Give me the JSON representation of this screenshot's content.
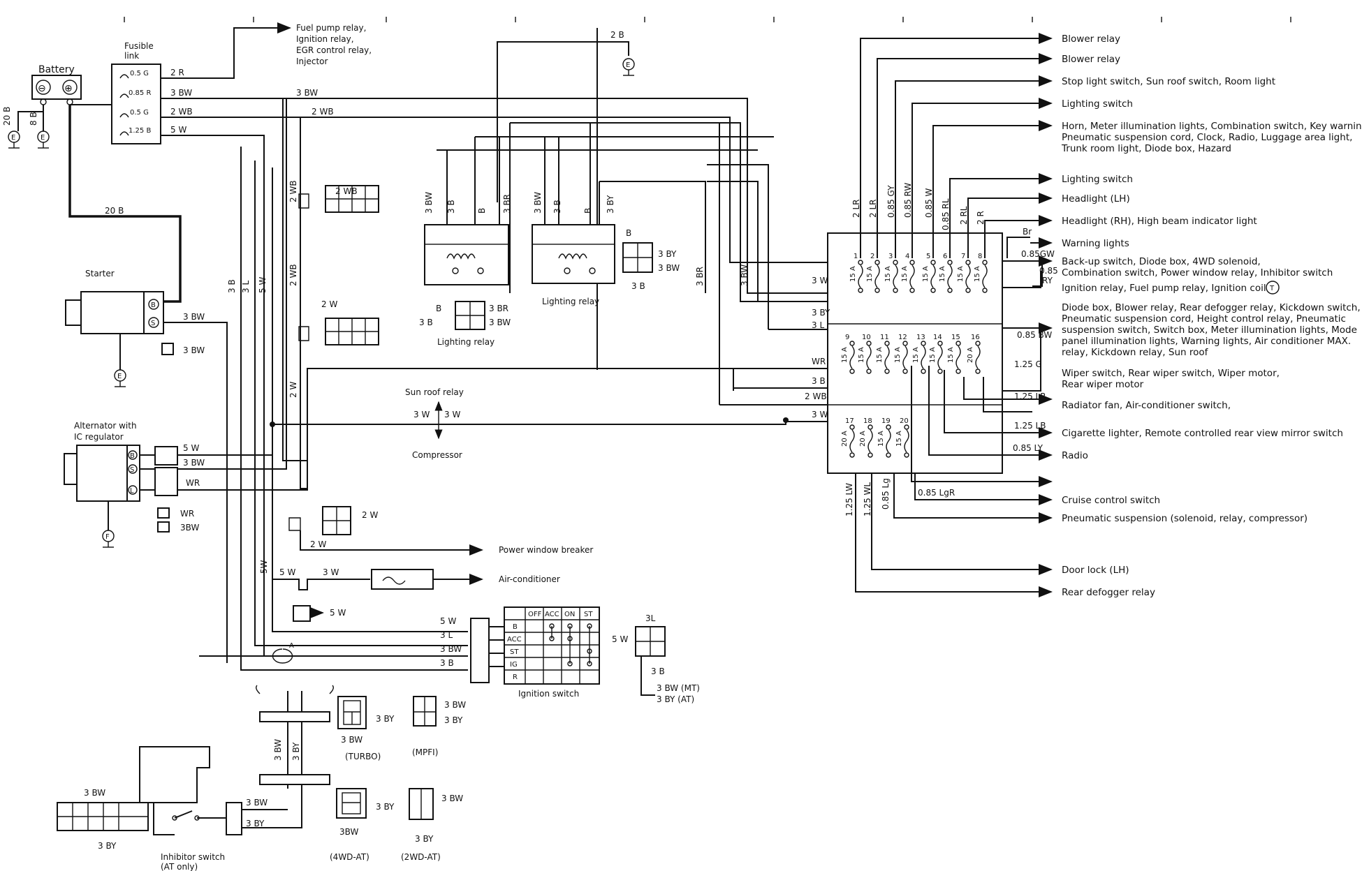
{
  "components": {
    "battery": {
      "label": "Battery",
      "pos": "⊕",
      "neg": "⊖"
    },
    "fusible_link": {
      "label_1": "Fusible",
      "label_2": "link",
      "links": [
        "0.5 G",
        "0.85 R",
        "0.5 G",
        "1.25 B"
      ]
    },
    "starter": {
      "label": "Starter",
      "terminal_b": "B",
      "terminal_s": "S"
    },
    "alternator": {
      "label_1": "Alternator with",
      "label_2": "IC regulator",
      "terminals": [
        "B",
        "S",
        "L"
      ]
    },
    "lighting_relay": {
      "label": "Lighting relay"
    },
    "lighting_relay_2": {
      "label": "Lighting relay"
    },
    "sun_roof_relay": {
      "label": "Sun roof relay"
    },
    "compressor": {
      "label": "Compressor"
    },
    "ignition_switch": {
      "label": "Ignition switch",
      "columns": [
        "OFF",
        "ACC",
        "ON",
        "ST"
      ],
      "rows": [
        "B",
        "ACC",
        "ST",
        "IG",
        "R"
      ]
    },
    "inhibitor_switch": {
      "label_1": "Inhibitor switch",
      "label_2": "(AT only)"
    },
    "ground": "E",
    "ground_f": "F"
  },
  "wire_labels": {
    "w_20b_a": "20 B",
    "w_8b": "8 B",
    "w_20b_b": "20 B",
    "w_2r": "2 R",
    "w_3bw_fl": "3 BW",
    "w_2wb_fl": "2 WB",
    "w_5w_fl": "5 W",
    "w_3bw_top": "3 BW",
    "w_2wb_top": "2 WB",
    "w_2b": "2 B",
    "lr1_3bw": "3 BW",
    "lr1_3b": "3 B",
    "lr1_b": "B",
    "lr1_3br": "3 BR",
    "lr2_3bw": "3 BW",
    "lr2_3b": "3 B",
    "lr2_b": "B",
    "lr2_3by": "3 BY",
    "conn_b": "B",
    "conn_3by": "3 BY",
    "conn_3bw": "3 BW",
    "conn_3b": "3 B",
    "lrc_b": "B",
    "lrc_3br": "3 BR",
    "lrc_3b": "3 B",
    "lrc_3bw": "3 BW",
    "v_2wb": "2 WB",
    "v_2wb2": "2 WB",
    "v_2w": "2 W",
    "v_3b": "3 B",
    "v_3l": "3 L",
    "v_5w": "5 W",
    "c_2wb": "2 WB",
    "c_2w": "2 W",
    "c_2w_b": "2 W",
    "st_3bw": "3 BW",
    "st_3bw2": "3 BW",
    "alt_5w": "5 W",
    "alt_3bw": "3 BW",
    "alt_wr": "WR",
    "alt_c_wr": "WR",
    "alt_c_3bw": "3BW",
    "sr_3w_l": "3 W",
    "sr_3w_r": "3 W",
    "pw_2w": "2 W",
    "v_5w_b": "5W",
    "ac_5w": "5 W",
    "ac_3w": "3 W",
    "c_5w": "5 W",
    "ig_5w": "5 W",
    "ig_3l": "3 L",
    "ig_3bw": "3 BW",
    "ig_3b": "3 B",
    "r_3l": "3L",
    "r_5w": "5 W",
    "r_3b": "3 B",
    "r_3bw_mt": "3 BW (MT)",
    "r_3by_at": "3 BY (AT)",
    "bt_3bw": "3 BW",
    "bt_3by": "3 BY",
    "turbo_3by": "3 BY",
    "turbo_3bw": "3 BW",
    "mpfi_3bw": "3 BW",
    "mpfi_3by": "3 BY",
    "inh_3bw": "3 BW",
    "inh_3by": "3 BY",
    "inh_3bw_l": "3 BW",
    "inh_3by_l": "3 BY",
    "at4_3by": "3 BY",
    "at4_3bw": "3BW",
    "at2_3bw": "3 BW",
    "at2_3by": "3 BY",
    "fb_2lr": "2 LR",
    "fb_2lr2": "2 LR",
    "fb_085gy": "0.85 GY",
    "fb_085rw": "0.85 RW",
    "fb_085w": "0.85 W",
    "fb_085rl": "0.85 RL",
    "fb_2rl": "2 RL",
    "fb_2r": "2 R",
    "fb_3w": "3 W",
    "fb_3by": "3 BY",
    "fb_3l": "3 L",
    "fb_wr": "WR",
    "fb_3b": "3 B",
    "fb_2wb": "2 WB",
    "fb_3w2": "3 W",
    "fb_3br": "3 BR",
    "fb_3bw": "3 BW",
    "fb_br": "Br",
    "fb_085gw": "0.85GW",
    "fb_085ry_1": "0.85",
    "fb_085ry_2": "RY",
    "fb_085bw": "0.85 BW",
    "fb_125g": "1.25 G",
    "fb_125lr": "1.25 LR",
    "fb_125lb": "1.25 LB",
    "fb_085ly": "0.85 LY",
    "fb_085lgr": "0.85 LgR",
    "fb_125lw": "1.25 LW",
    "fb_125wl": "1.25 WL",
    "fb_085lg": "0.85 Lg"
  },
  "outputs_left": {
    "fuel_pump": [
      "Fuel pump relay,",
      "Ignition relay,",
      "EGR control relay,",
      "Injector"
    ],
    "power_window": "Power window breaker",
    "air_conditioner": "Air-conditioner"
  },
  "fuse_box": {
    "top_row": {
      "numbers": [
        "1",
        "2",
        "3",
        "4",
        "5",
        "6",
        "7",
        "8"
      ],
      "ratings": [
        "15 A",
        "15 A",
        "15 A",
        "15 A",
        "15 A",
        "15 A",
        "15 A",
        "15 A"
      ]
    },
    "mid_row": {
      "numbers": [
        "9",
        "10",
        "11",
        "12",
        "13",
        "14",
        "15",
        "16"
      ],
      "ratings": [
        "15 A",
        "15 A",
        "15 A",
        "15 A",
        "15 A",
        "15 A",
        "15 A",
        "20 A"
      ]
    },
    "bot_row": {
      "numbers": [
        "17",
        "18",
        "19",
        "20"
      ],
      "ratings": [
        "20 A",
        "20 A",
        "15 A",
        "15 A"
      ]
    }
  },
  "outputs_right": [
    [
      "Blower relay"
    ],
    [
      "Blower relay"
    ],
    [
      "Stop light switch, Sun roof switch, Room light"
    ],
    [
      "Lighting switch"
    ],
    [
      "Horn, Meter illumination lights, Combination switch, Key warning,",
      "Pneumatic suspension cord, Clock, Radio, Luggage area light,",
      "Trunk room light, Diode box, Hazard"
    ],
    [
      "Lighting switch"
    ],
    [
      "Headlight (LH)"
    ],
    [
      "Headlight (RH), High beam indicator light"
    ],
    [
      "Warning lights"
    ],
    [
      "Back-up switch, Diode box, 4WD solenoid,",
      "Combination switch, Power window relay, Inhibitor switch"
    ],
    [
      "Ignition relay, Fuel pump relay, Ignition coil"
    ],
    [
      "Diode box, Blower relay, Rear defogger relay, Kickdown switch,",
      "Pneumatic suspension cord, Height control relay, Pneumatic",
      "suspension switch, Switch box, Meter illumination lights, Mode",
      "panel illumination lights, Warning lights, Air conditioner MAX.",
      "relay, Kickdown relay, Sun roof"
    ],
    [
      "Wiper switch, Rear wiper switch, Wiper motor,",
      "Rear wiper motor"
    ],
    [
      "Radiator fan, Air-conditioner switch,"
    ],
    [
      "Cigarette lighter, Remote controlled rear view mirror switch"
    ],
    [
      "Radio"
    ],
    [
      "Cruise control switch"
    ],
    [
      "Pneumatic suspension (solenoid, relay, compressor)"
    ],
    [
      "Door lock (LH)"
    ],
    [
      "Rear defogger relay"
    ]
  ],
  "ignition_coil_mark": "T",
  "variants": {
    "turbo": "(TURBO)",
    "mpfi": "(MPFI)",
    "at4": "(4WD-AT)",
    "at2": "(2WD-AT)"
  },
  "circuit_mark": "A"
}
